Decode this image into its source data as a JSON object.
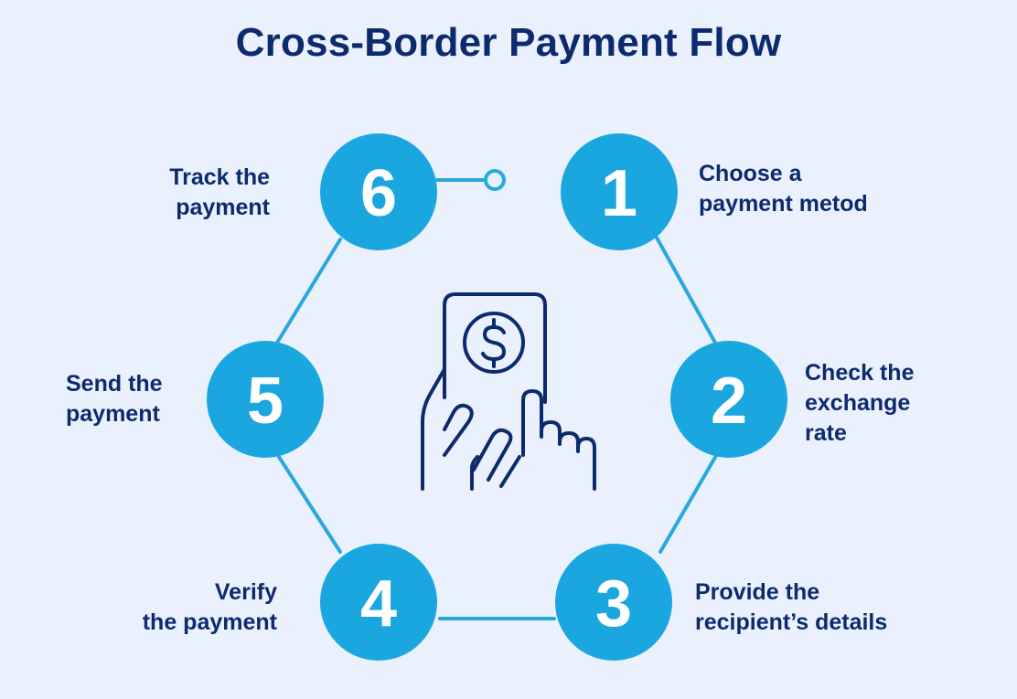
{
  "title": "Cross-Border Payment Flow",
  "colors": {
    "background": "#eaf1fc",
    "circle": "#1aa7e0",
    "connector": "#29a8de",
    "text": "#0d2a6e",
    "icon": "#0d2a6e"
  },
  "center_icon": "hand-tapping-phone-with-dollar-icon",
  "steps": [
    {
      "number": "1",
      "lines": [
        "Choose a",
        "payment metod"
      ]
    },
    {
      "number": "2",
      "lines": [
        "Check the",
        "exchange",
        "rate"
      ]
    },
    {
      "number": "3",
      "lines": [
        "Provide the",
        "recipient’s details"
      ]
    },
    {
      "number": "4",
      "lines": [
        "Verify",
        "the payment"
      ]
    },
    {
      "number": "5",
      "lines": [
        "Send the",
        "payment"
      ]
    },
    {
      "number": "6",
      "lines": [
        "Track the",
        "payment"
      ]
    }
  ]
}
